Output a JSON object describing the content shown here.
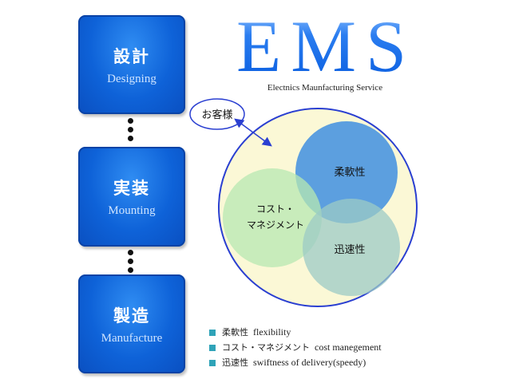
{
  "steps": [
    {
      "jp": "設計",
      "en": "Designing"
    },
    {
      "jp": "実装",
      "en": "Mounting"
    },
    {
      "jp": "製造",
      "en": "Manufacture"
    }
  ],
  "title": "EMS",
  "subtitle": "Electnics Maunfacturing Service",
  "customer_label": "お客様",
  "circles": {
    "flexibility": "柔軟性",
    "cost_line1": "コスト・",
    "cost_line2": "マネジメント",
    "speed": "迅速性"
  },
  "legend": [
    {
      "jp": "柔軟性",
      "en": "flexibility"
    },
    {
      "jp": "コスト・マネジメント",
      "en": "cost manegement"
    },
    {
      "jp": "迅速性",
      "en": "swiftness of delivery(speedy)"
    }
  ],
  "colors": {
    "step_blue": "#0e62d8",
    "outer_circle_fill": "#fbf8d6",
    "outer_circle_stroke": "#2a3fd1",
    "flex_circle": "#3f8fe0",
    "cost_circle": "#b7e8b2",
    "speed_circle": "#9ccbc6",
    "legend_square": "#2fa3b8"
  }
}
